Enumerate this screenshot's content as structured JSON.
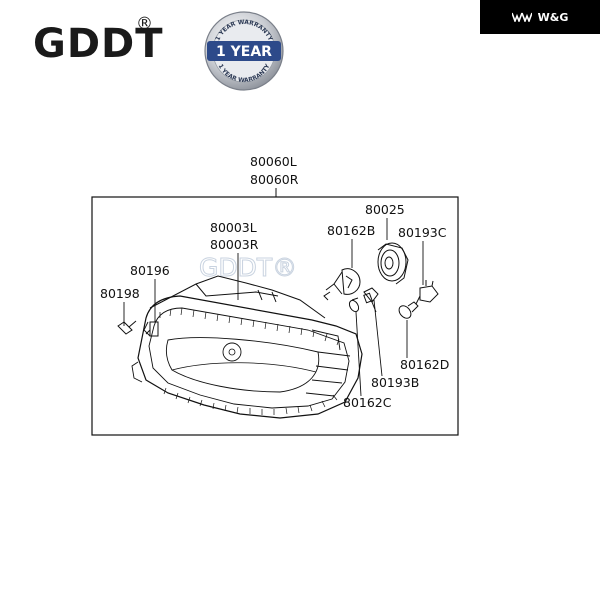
{
  "header": {
    "logo_text": "GDDT",
    "logo_reg": "®",
    "brand_text": "W&G",
    "brand_icon": "wg-logo-icon",
    "warranty": {
      "top_text": "1 YEAR WARRANTY",
      "main_text": "1 YEAR",
      "bottom_text": "1 YEAR WARRANTY",
      "ribbon_color": "#2d4a8a"
    }
  },
  "diagram": {
    "watermark": "GDDT®",
    "labels": {
      "assembly_l": "80060L",
      "assembly_r": "80060R",
      "lens_l": "80003L",
      "lens_r": "80003R",
      "p80025": "80025",
      "p80162b": "80162B",
      "p80193c": "80193C",
      "p80196": "80196",
      "p80198": "80198",
      "p80162d": "80162D",
      "p80193b": "80193B",
      "p80162c": "80162C"
    }
  }
}
